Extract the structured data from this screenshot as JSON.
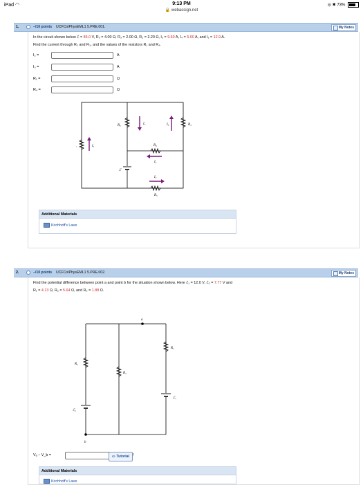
{
  "status_bar": {
    "device": "iPad",
    "wifi": "wifi-icon",
    "time": "9:13 PM",
    "url": "webassign.net",
    "battery_pct": "73%",
    "icons": [
      "location-icon",
      "bluetooth-icon",
      "battery-icon"
    ]
  },
  "q1": {
    "number": "1.",
    "points": "–/10 points",
    "code": "UCFColPhysEML1 5.PRE.001.",
    "notes_label": "My Notes",
    "text_a": "In the circuit shown below ",
    "emf_sym": "ℰ = ",
    "emf_val": "86.0",
    "text_b": " V, R₅ = 4.00 Ω,  R₃ = 2.00 Ω,  R₂ = 2.20 Ω,  I₅ = ",
    "i5_val": "9.60",
    "text_c": " A,  I₄ = ",
    "i4_val": "5.60",
    "text_d": " A,  and  I₁ = ",
    "i1_val": "12.9",
    "text_e": " A.",
    "line2": "Find the current through R₂ and R₃, and the values of the resistors R₁ and R₄.",
    "answers": [
      {
        "label": "I₂  =",
        "unit": "A",
        "value": ""
      },
      {
        "label": "I₃  =",
        "unit": "A",
        "value": ""
      },
      {
        "label": "R₁  =",
        "unit": "Ω",
        "value": ""
      },
      {
        "label": "R₄  =",
        "unit": "Ω",
        "value": ""
      }
    ],
    "circuit_labels": {
      "R2": "R₂",
      "I2": "I₂",
      "I3": "I₃",
      "R3": "R₃",
      "R4": "R₄",
      "I4": "I₄",
      "R1": "R₁",
      "I1": "I₁",
      "E": "ℰ",
      "I5": "I₅",
      "R5": "R₅"
    },
    "additional_materials": "Additional Materials",
    "link": "Kirchhoff's Laws"
  },
  "q2": {
    "number": "2.",
    "points": "–/10 points",
    "code": "UCFColPhysEML1 5.PRE.002.",
    "notes_label": "My Notes",
    "text_a": "Find the potential difference between point a and point b for the situation shown below. Here  ℰ₁ = 12.0 V,  ℰ₂ = ",
    "e2_val": "7.77",
    "text_b": " V  and",
    "r1_pre": "R₁ = ",
    "r1_val": "4.13",
    "r2_pre": " Ω,  R₂ = ",
    "r2_val": "5.64",
    "r3_pre": " Ω,  and  R₃ = ",
    "r3_val": "1.88",
    "r3_post": " Ω.",
    "circuit_labels": {
      "a": "a",
      "b": "b",
      "R1": "R₁",
      "R2": "R₂",
      "R3": "R₃",
      "E1": "ℰ₁",
      "E2": "ℰ₂"
    },
    "answer_label": "Vₐ − V_b  =",
    "answer_unit": "V",
    "tutorial": "Tutorial",
    "additional_materials": "Additional Materials",
    "link": "Kirchhoff's Laws"
  },
  "colors": {
    "accent_bar": "#b8d0ea",
    "red_value": "#d22b2b",
    "arrow": "#7a1a78",
    "link": "#1a4c9c"
  }
}
